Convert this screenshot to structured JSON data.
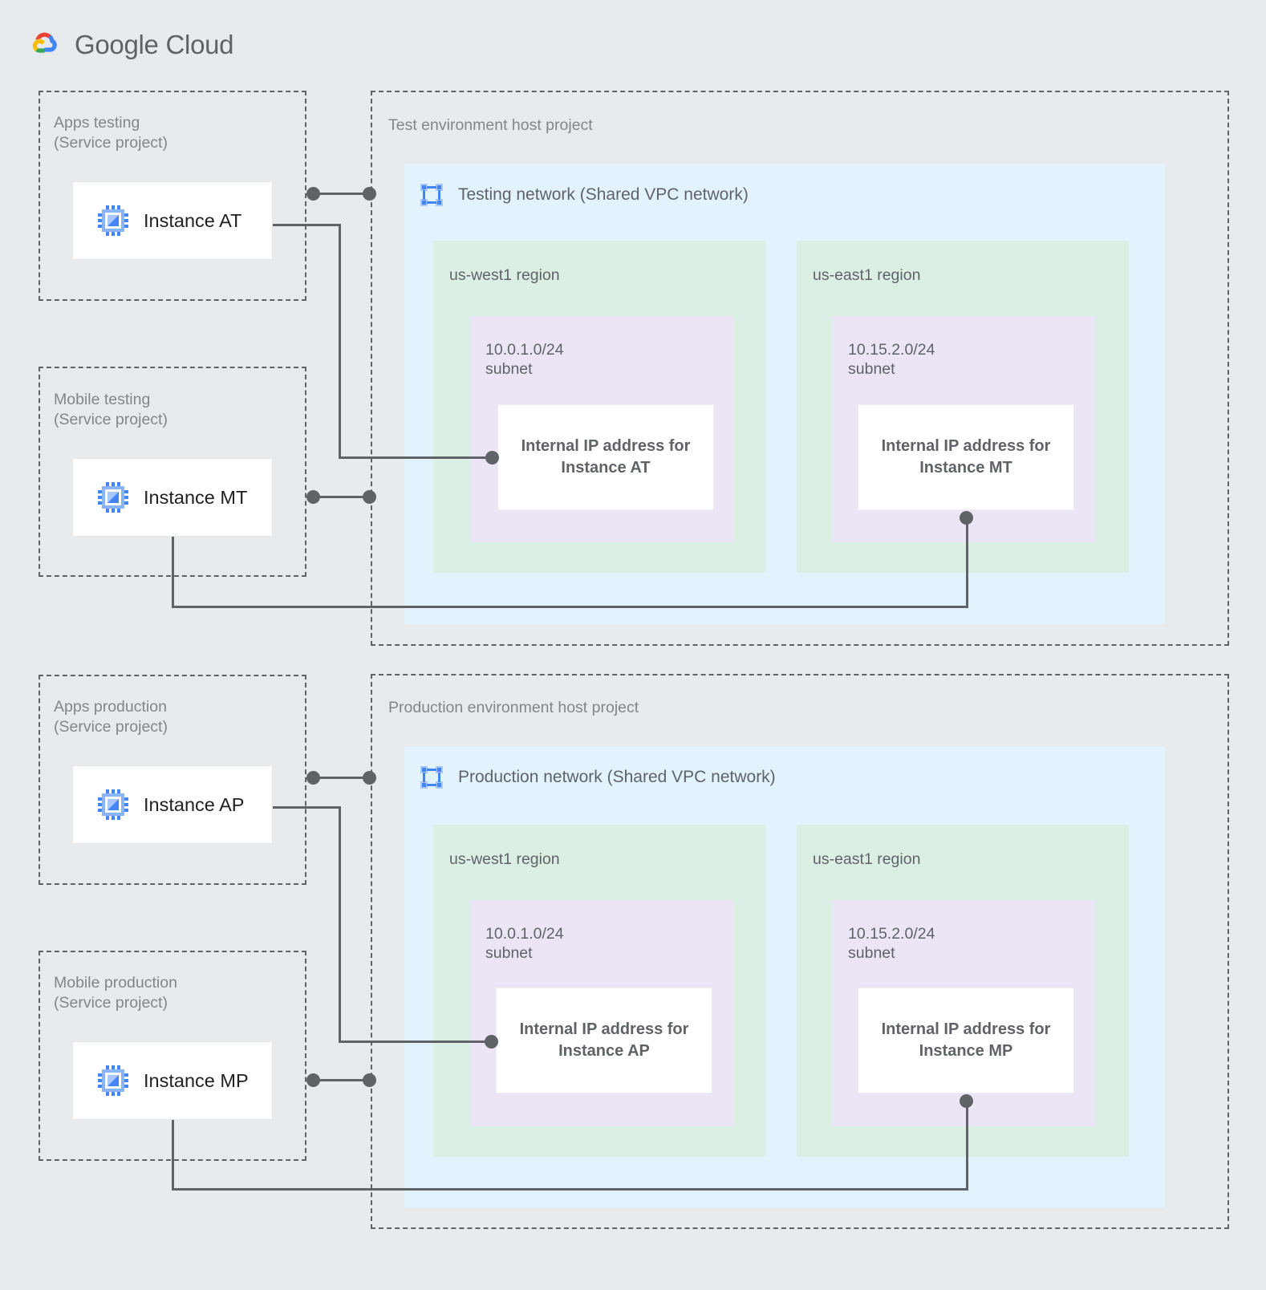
{
  "brand": {
    "name_bold": "Google",
    "name_light": "Cloud",
    "logo_colors": {
      "red": "#ea4335",
      "yellow": "#fbbc04",
      "green": "#34a853",
      "blue": "#4285f4"
    }
  },
  "colors": {
    "canvas": "#e8ebed",
    "dashed_border": "#5f6368",
    "vpc_panel": "#e3f3fd",
    "region_box": "#dcefe4",
    "subnet_box": "#ece5f5",
    "card_bg": "#ffffff",
    "text_primary": "#202124",
    "text_secondary": "#5f6368",
    "text_muted": "#80868b",
    "connector": "#5f6368",
    "icon_blue": "#4285f4",
    "icon_blue_light": "#a8c7fa"
  },
  "environments": [
    {
      "id": "test",
      "host_project_label": "Test environment host project",
      "network": {
        "title": "Testing network (Shared VPC network)",
        "icon": "vpc-network-icon"
      },
      "service_projects": [
        {
          "id": "apps-testing",
          "label": "Apps testing\n(Service project)",
          "instance": {
            "name": "Instance AT",
            "icon": "compute-instance-icon"
          }
        },
        {
          "id": "mobile-testing",
          "label": "Mobile testing\n(Service project)",
          "instance": {
            "name": "Instance MT",
            "icon": "compute-instance-icon"
          }
        }
      ],
      "regions": [
        {
          "id": "us-west1",
          "label": "us-west1 region",
          "subnet": {
            "cidr": "10.0.1.0/24",
            "kind": "subnet",
            "label": "10.0.1.0/24\nsubnet"
          },
          "ip_card": {
            "text": "Internal IP address for\nInstance AT"
          }
        },
        {
          "id": "us-east1",
          "label": "us-east1 region",
          "subnet": {
            "cidr": "10.15.2.0/24",
            "kind": "subnet",
            "label": "10.15.2.0/24\nsubnet"
          },
          "ip_card": {
            "text": "Internal IP address for\nInstance MT"
          }
        }
      ]
    },
    {
      "id": "production",
      "host_project_label": "Production environment host project",
      "network": {
        "title": "Production network (Shared VPC network)",
        "icon": "vpc-network-icon"
      },
      "service_projects": [
        {
          "id": "apps-production",
          "label": "Apps production\n(Service project)",
          "instance": {
            "name": "Instance AP",
            "icon": "compute-instance-icon"
          }
        },
        {
          "id": "mobile-production",
          "label": "Mobile production\n(Service project)",
          "instance": {
            "name": "Instance MP",
            "icon": "compute-instance-icon"
          }
        }
      ],
      "regions": [
        {
          "id": "us-west1",
          "label": "us-west1 region",
          "subnet": {
            "cidr": "10.0.1.0/24",
            "kind": "subnet",
            "label": "10.0.1.0/24\nsubnet"
          },
          "ip_card": {
            "text": "Internal IP address for\nInstance AP"
          }
        },
        {
          "id": "us-east1",
          "label": "us-east1 region",
          "subnet": {
            "cidr": "10.15.2.0/24",
            "kind": "subnet",
            "label": "10.15.2.0/24\nsubnet"
          },
          "ip_card": {
            "text": "Internal IP address for\nInstance MP"
          }
        }
      ]
    }
  ]
}
